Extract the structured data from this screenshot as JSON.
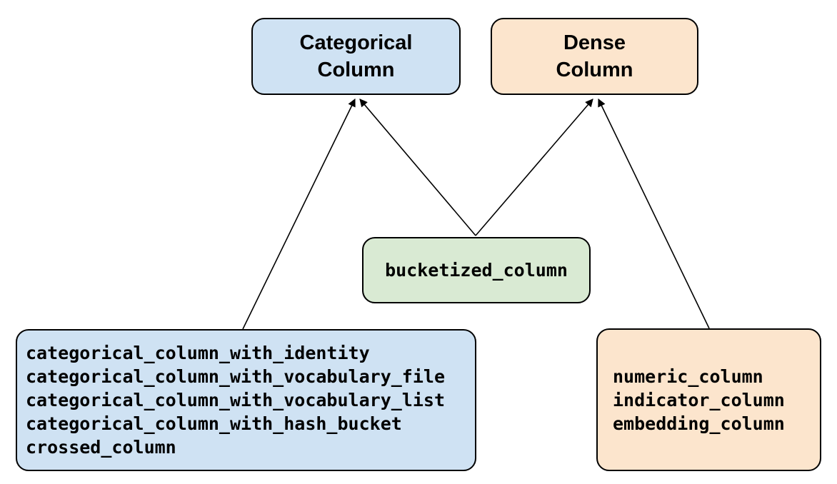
{
  "diagram": {
    "nodes": {
      "categorical_column": {
        "label": "Categorical\nColumn",
        "fill": "#cfe2f3"
      },
      "dense_column": {
        "label": "Dense\nColumn",
        "fill": "#fce5cd"
      },
      "bucketized_column": {
        "label": "bucketized_column",
        "fill": "#d9ead3"
      },
      "categorical_functions": {
        "fill": "#cfe2f3",
        "items": [
          "categorical_column_with_identity",
          "categorical_column_with_vocabulary_file",
          "categorical_column_with_vocabulary_list",
          "categorical_column_with_hash_bucket",
          "crossed_column"
        ]
      },
      "dense_functions": {
        "fill": "#fce5cd",
        "items": [
          "numeric_column",
          "indicator_column",
          "embedding_column"
        ]
      }
    },
    "edges": [
      {
        "from": "categorical_functions",
        "to": "categorical_column"
      },
      {
        "from": "bucketized_column",
        "to": "categorical_column"
      },
      {
        "from": "bucketized_column",
        "to": "dense_column"
      },
      {
        "from": "dense_functions",
        "to": "dense_column"
      }
    ],
    "colors": {
      "border": "#000000",
      "arrow": "#000000",
      "background": "#ffffff"
    }
  }
}
